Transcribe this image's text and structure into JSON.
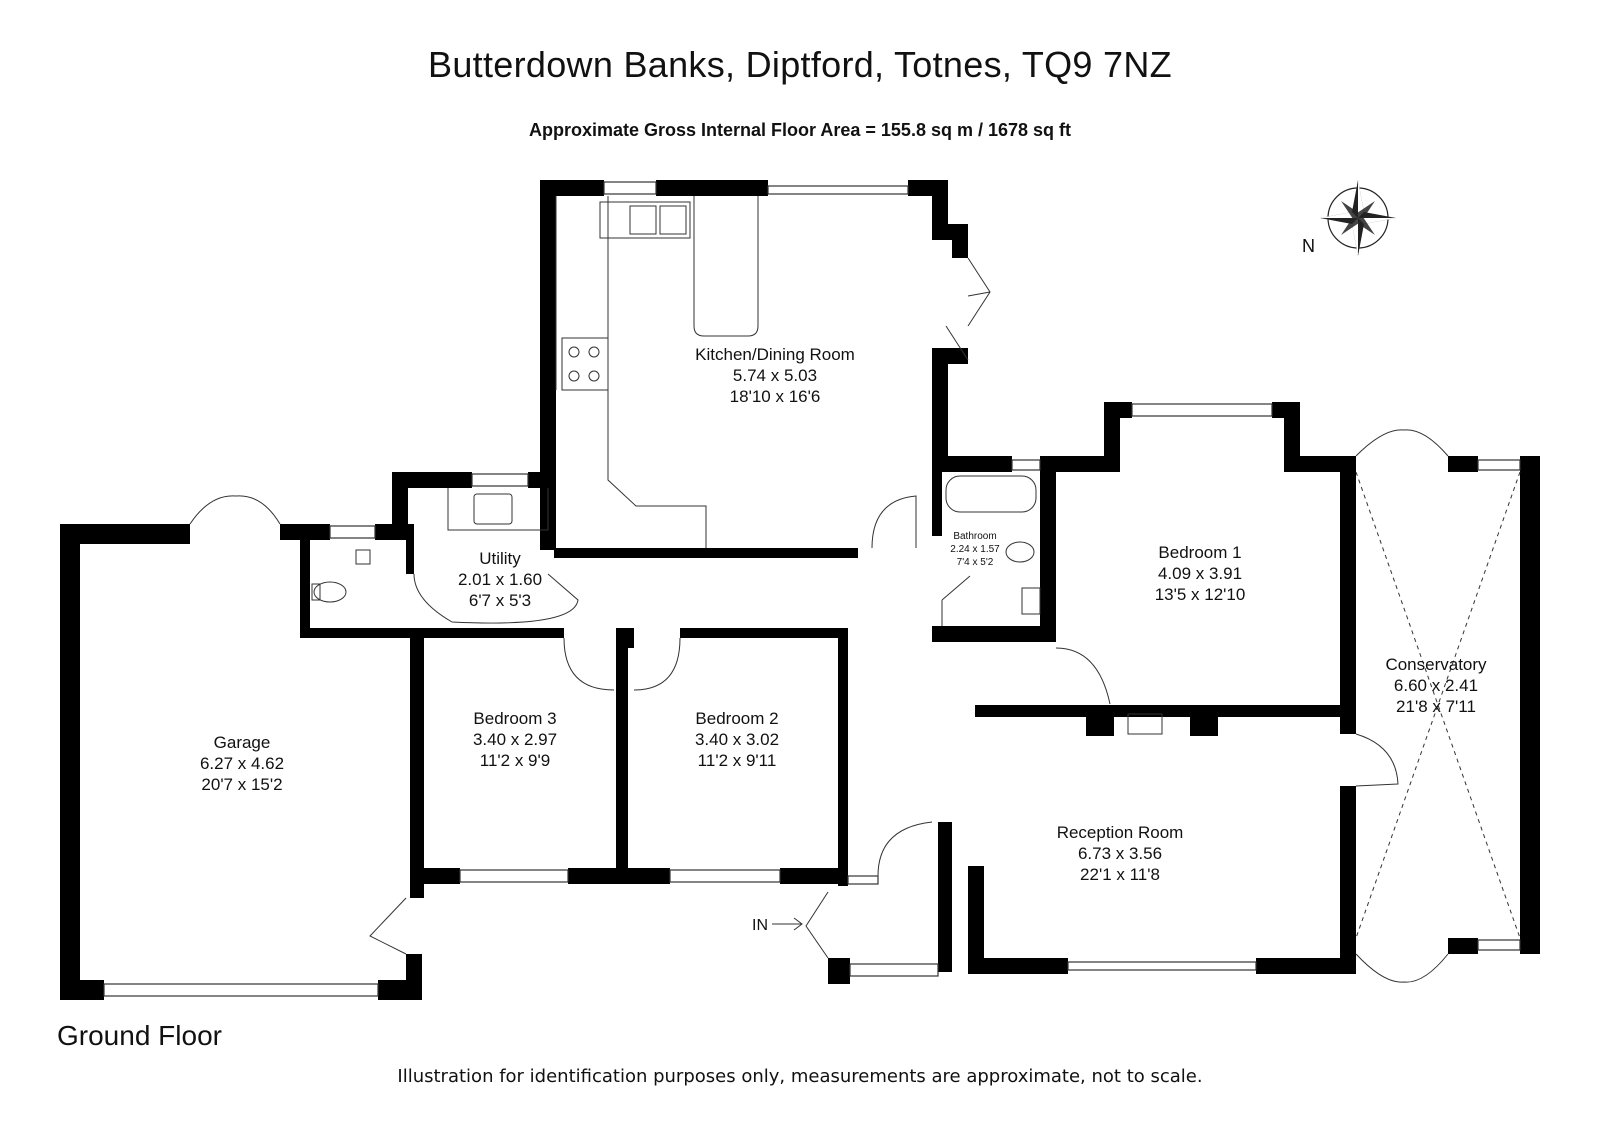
{
  "header": {
    "title": "Butterdown Banks, Diptford, Totnes, TQ9 7NZ",
    "area": "Approximate Gross Internal Floor Area  = 155.8 sq m / 1678 sq ft"
  },
  "compass": {
    "label": "N",
    "icon": "compass-rose-icon"
  },
  "entrance_label": "IN",
  "floor_label": "Ground Floor",
  "disclaimer": "Illustration for identification purposes only, measurements are approximate, not to scale.",
  "rooms": {
    "kitchen": {
      "name": "Kitchen/Dining Room",
      "metric": "5.74 x 5.03",
      "imperial": "18'10 x 16'6"
    },
    "utility": {
      "name": "Utility",
      "metric": "2.01 x 1.60",
      "imperial": "6'7 x 5'3"
    },
    "garage": {
      "name": "Garage",
      "metric": "6.27 x 4.62",
      "imperial": "20'7 x 15'2"
    },
    "bedroom3": {
      "name": "Bedroom 3",
      "metric": "3.40 x 2.97",
      "imperial": "11'2 x 9'9"
    },
    "bedroom2": {
      "name": "Bedroom 2",
      "metric": "3.40 x 3.02",
      "imperial": "11'2 x 9'11"
    },
    "bathroom": {
      "name": "Bathroom",
      "metric": "2.24 x 1.57",
      "imperial": "7'4 x 5'2"
    },
    "bedroom1": {
      "name": "Bedroom 1",
      "metric": "4.09 x 3.91",
      "imperial": "13'5 x 12'10"
    },
    "conservatory": {
      "name": "Conservatory",
      "metric": "6.60 x 2.41",
      "imperial": "21'8 x 7'11"
    },
    "reception": {
      "name": "Reception Room",
      "metric": "6.73 x 3.56",
      "imperial": "22'1 x 11'8"
    }
  },
  "colors": {
    "wall": "#000000",
    "line": "#333333",
    "background": "#ffffff"
  }
}
